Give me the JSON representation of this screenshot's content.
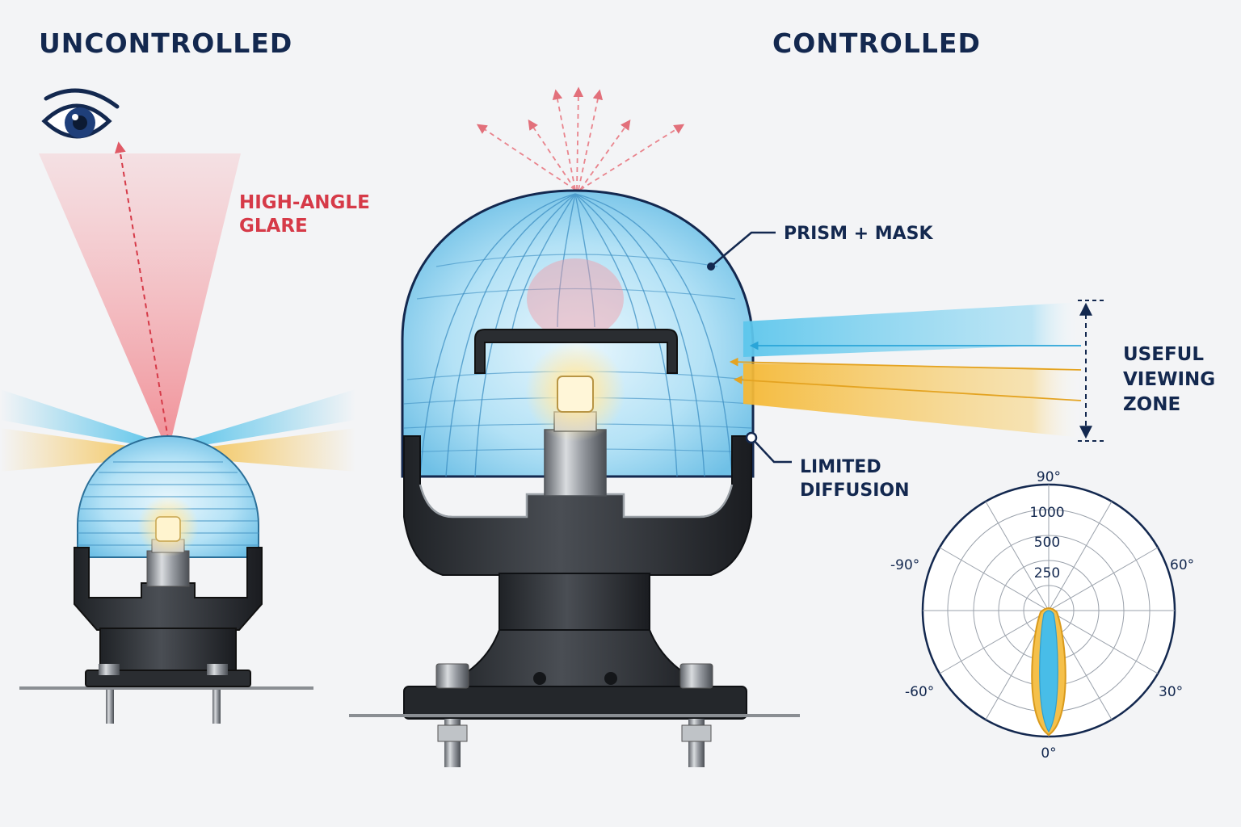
{
  "headings": {
    "left": "UNCONTROLLED",
    "right": "CONTROLLED"
  },
  "callouts": {
    "glare_line1": "HIGH-ANGLE",
    "glare_line2": "GLARE",
    "prism": "PRISM + MASK",
    "diffusion_line1": "LIMITED",
    "diffusion_line2": "DIFFUSION",
    "zone_line1": "USEFUL",
    "zone_line2": "VIEWING",
    "zone_line3": "ZONE"
  },
  "polar": {
    "angle_labels": [
      "90°",
      "60°",
      "30°",
      "0°",
      "-60°",
      "-90°"
    ],
    "radial_labels": [
      "1000",
      "500",
      "250"
    ]
  },
  "icons": {
    "observer": "eye-icon",
    "emitter": "led-icon"
  },
  "colors": {
    "navy": "#13284f",
    "glare_red": "#d63a48",
    "cyan": "#3fb6e3",
    "amber": "#f2b531",
    "glass": "#8fd0ef"
  }
}
